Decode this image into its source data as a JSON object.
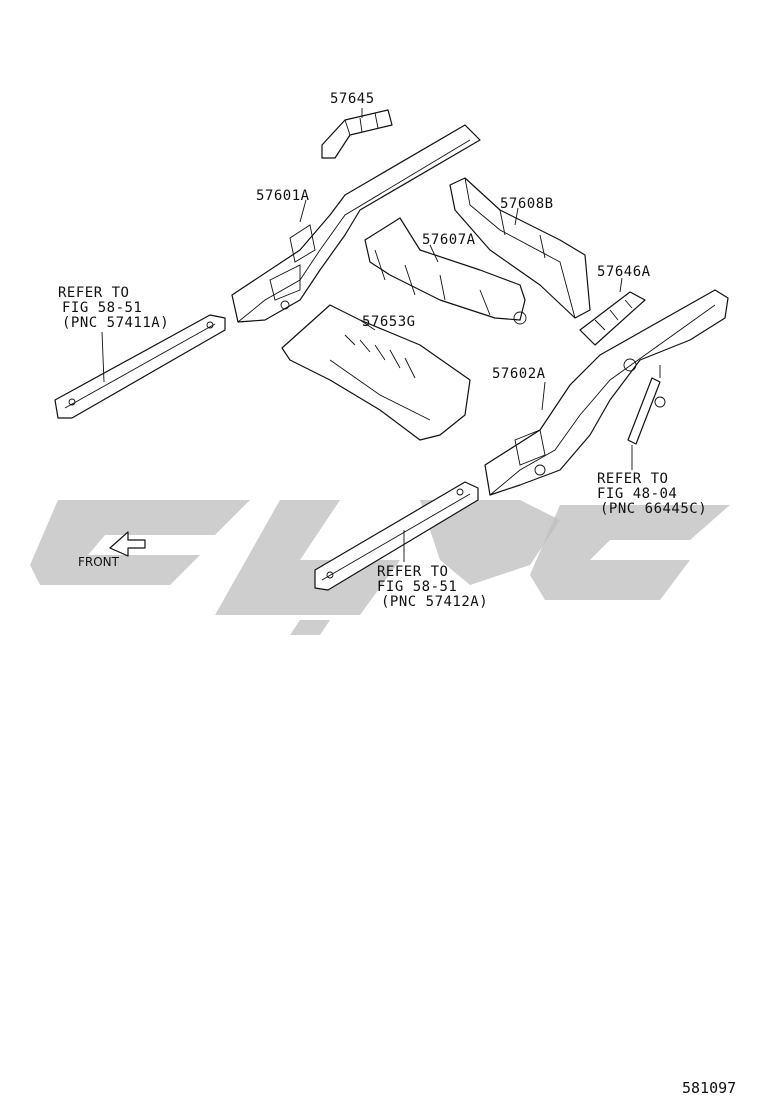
{
  "labels": {
    "p57645": "57645",
    "p57601a": "57601A",
    "p57608b": "57608B",
    "p57607a": "57607A",
    "p57646a": "57646A",
    "p57653g": "57653G",
    "p57602a": "57602A"
  },
  "refs": {
    "left": [
      "REFER TO",
      "FIG 58-51",
      "(PNC 57411A)"
    ],
    "center": [
      "REFER TO",
      "FIG 58-51",
      "(PNC 57412A)"
    ],
    "right": [
      "REFER TO",
      "FIG 48-04",
      "(PNC 66445C)"
    ]
  },
  "front_label": "FRONT",
  "figure_id": "581097",
  "colors": {
    "line": "#111111",
    "watermark": "#bdbdbd"
  }
}
